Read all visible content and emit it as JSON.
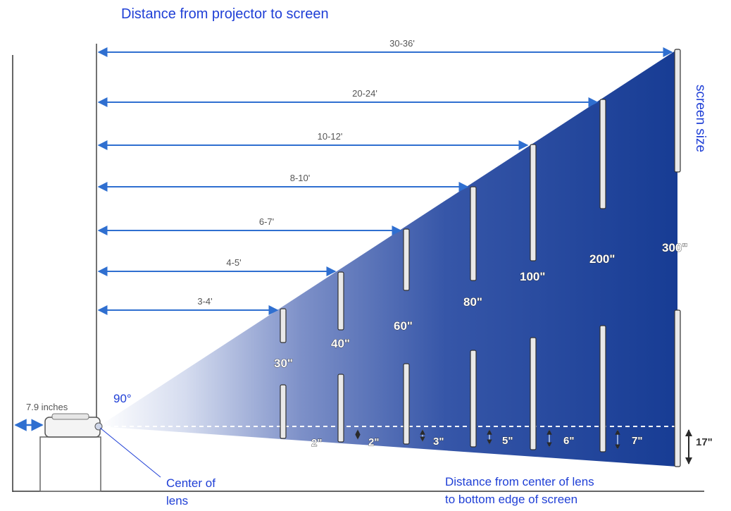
{
  "title": "Distance from projector to screen",
  "side_label": "screen size",
  "colors": {
    "label_blue": "#1f3fd6",
    "beam_dark": "#1a3d94",
    "beam_light": "#e8ecf8",
    "arrow": "#2f6fd0",
    "text_gray": "#555555"
  },
  "projector": {
    "width_label": "7.9 inches",
    "angle_label": "90°",
    "lens_label_line1": "Center of",
    "lens_label_line2": "lens"
  },
  "distances": [
    {
      "label": "30-36'",
      "screen": "300\"",
      "offset": "17\""
    },
    {
      "label": "20-24'",
      "screen": "200\"",
      "offset": "7\""
    },
    {
      "label": "10-12'",
      "screen": "100\"",
      "offset": "6\""
    },
    {
      "label": "8-10'",
      "screen": "80\"",
      "offset": "5\""
    },
    {
      "label": "6-7'",
      "screen": "60\"",
      "offset": "3\""
    },
    {
      "label": "4-5'",
      "screen": "40\"",
      "offset": "2\""
    },
    {
      "label": "3-4'",
      "screen": "30\"",
      "offset": "2\""
    }
  ],
  "bottom_note_line1": "Distance from center of lens",
  "bottom_note_line2": "to bottom edge of screen"
}
